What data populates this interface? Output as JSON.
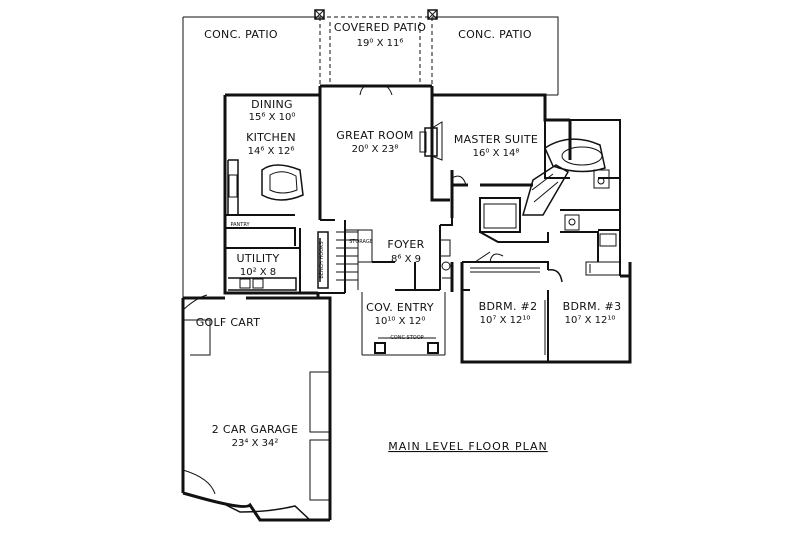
{
  "title": "MAIN LEVEL FLOOR PLAN",
  "rooms": {
    "conc_patio_left": {
      "name": "CONC. PATIO"
    },
    "covered_patio": {
      "name": "COVERED PATIO",
      "dims": "19⁰ X 11⁶"
    },
    "conc_patio_right": {
      "name": "CONC. PATIO"
    },
    "dining": {
      "name": "DINING",
      "dims": "15⁶ X 10⁰"
    },
    "kitchen": {
      "name": "KITCHEN",
      "dims": "14⁶ X 12⁶"
    },
    "great_room": {
      "name": "GREAT ROOM",
      "dims": "20⁰ X 23⁸"
    },
    "master_suite": {
      "name": "MASTER SUITE",
      "dims": "16⁰ X 14⁸"
    },
    "foyer": {
      "name": "FOYER",
      "dims": "8⁶ X 9"
    },
    "utility": {
      "name": "UTILITY",
      "dims": "10² X 8"
    },
    "cov_entry": {
      "name": "COV. ENTRY",
      "dims": "10¹⁰ X 12⁰"
    },
    "bdrm2": {
      "name": "BDRM. #2",
      "dims": "10⁷ X 12¹⁰"
    },
    "bdrm3": {
      "name": "BDRM. #3",
      "dims": "10⁷ X 12¹⁰"
    },
    "golf_cart": {
      "name": "GOLF CART"
    },
    "garage": {
      "name": "2 CAR GARAGE",
      "dims": "23⁴ X 34²"
    }
  },
  "small_labels": {
    "pantry": "PANTRY",
    "storage": "STORAGE",
    "stoop": "CONC STOOP",
    "bench_hooks": "BENCH HOOKS"
  },
  "colors": {
    "line": "#111111",
    "background": "#ffffff"
  }
}
